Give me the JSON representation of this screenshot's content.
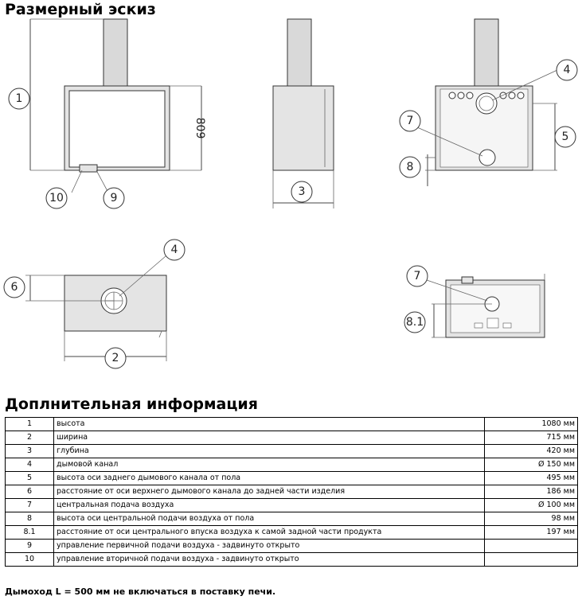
{
  "sketch_title": "Размерный эскиз",
  "info_title": "Доплнительная информация",
  "drawing": {
    "dimension_text": "809",
    "callouts": {
      "c1": "1",
      "c2": "2",
      "c3": "3",
      "c4a": "4",
      "c4b": "4",
      "c5": "5",
      "c6": "6",
      "c7a": "7",
      "c7b": "7",
      "c8": "8",
      "c81": "8.1",
      "c9": "9",
      "c10": "10"
    }
  },
  "rows": [
    {
      "num": "1",
      "desc": "высота",
      "value": "1080 мм"
    },
    {
      "num": "2",
      "desc": "ширина",
      "value": "715 мм"
    },
    {
      "num": "3",
      "desc": "глубина",
      "value": "420 мм"
    },
    {
      "num": "4",
      "desc": "дымовой канал",
      "value": "Ø 150 мм"
    },
    {
      "num": "5",
      "desc": "высота оси заднего дымового канала от пола",
      "value": "495 мм"
    },
    {
      "num": "6",
      "desc": "расстояние от оси верхнего дымового канала до задней части изделия",
      "value": "186 мм"
    },
    {
      "num": "7",
      "desc": "центральная подача воздуха",
      "value": "Ø 100 мм"
    },
    {
      "num": "8",
      "desc": "высота оси центральной подачи воздуха от пола",
      "value": "98 мм"
    },
    {
      "num": "8.1",
      "desc": "расстояние от оси центрального впуска воздуха к самой задной части продукта",
      "value": "197 мм"
    },
    {
      "num": "9",
      "desc": "управление первичной подачи воздуха - задвинуто открыто",
      "value": ""
    },
    {
      "num": "10",
      "desc": "управление вторичной подачи воздуха - задвинуто открыто",
      "value": ""
    }
  ],
  "footnote": "Дымоход L = 500 мм не включаться в поставку печи."
}
